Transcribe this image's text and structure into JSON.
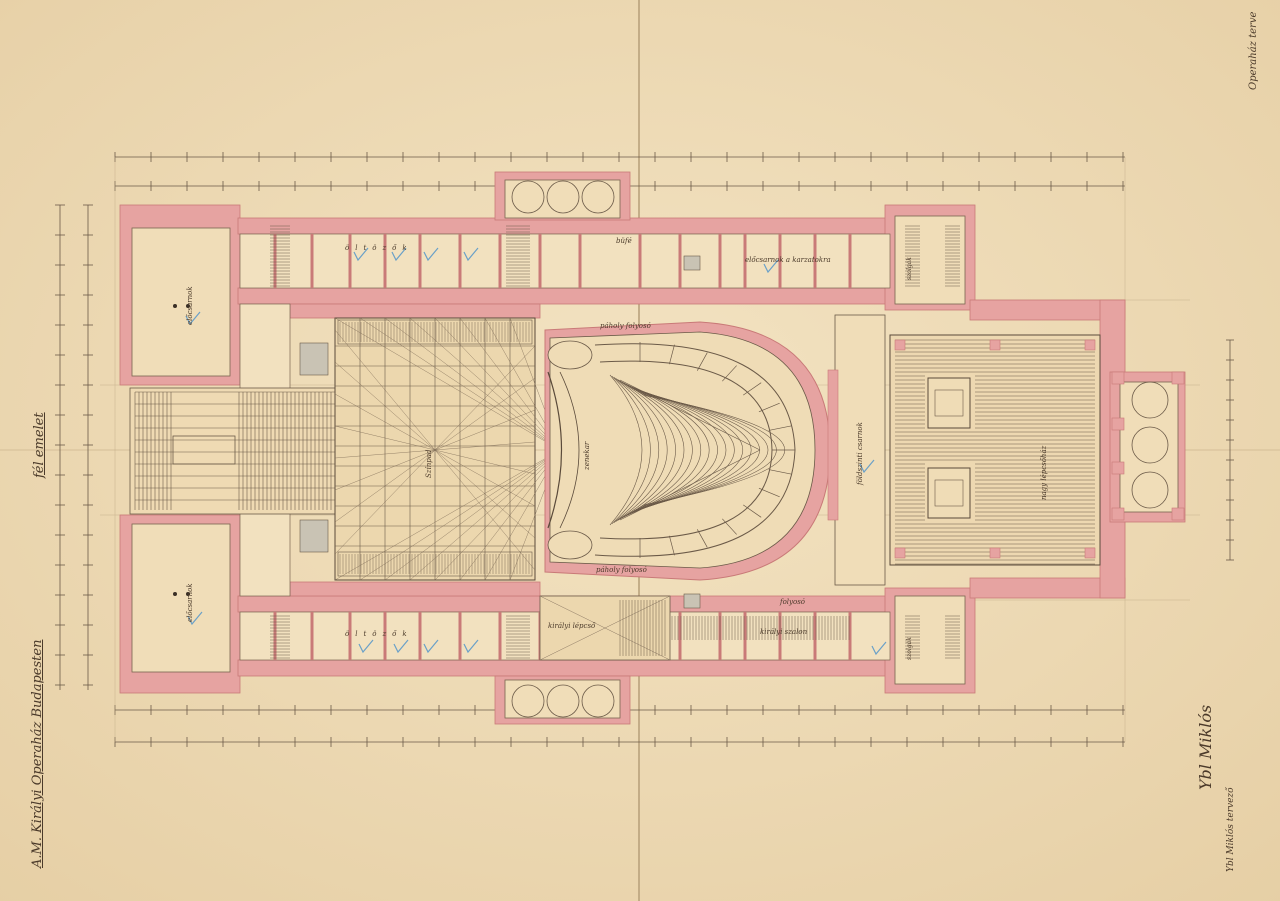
{
  "sheet": {
    "title": "A.M. Királyi Operaház Budapesten",
    "floor": "fél emelet",
    "corner_note": "Operaház terve",
    "signature_main": "Ybl Miklós",
    "signature_note": "Ybl Miklós tervező"
  },
  "room_labels": {
    "foyer_left_top": "előcsarnok",
    "foyer_left_bottom": "előcsarnok",
    "stage": "Színpad",
    "proscenium": "zenekar",
    "front_hall": "földszinti csarnok",
    "grand_hall": "nagy lépcsőház",
    "buffet_top": "büfé",
    "corridor_top": "páholy folyosó",
    "corridor_bottom": "páholy folyosó",
    "staff_top": "szolgák",
    "staff_bottom": "szolgák",
    "dressing_top": "öltözők",
    "dressing_bottom": "öltözők",
    "royal_stair": "királyi lépcső",
    "royal_salon": "királyi szalon",
    "side_hall_top": "előcsarnok a karzatokra",
    "side_hall_bottom": "folyosó"
  },
  "colors": {
    "paper": "#efdcb6",
    "wall": "#e6a3a1",
    "wall_dark": "#d88a88",
    "ink": "#5a4a3a",
    "pencil_blue": "#6aa0c8"
  }
}
